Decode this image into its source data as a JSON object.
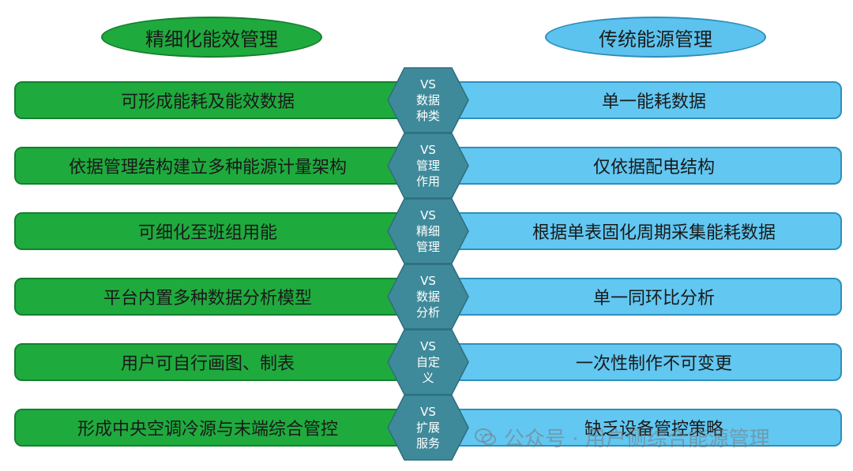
{
  "headers": {
    "left": "精细化能效管理",
    "right": "传统能源管理"
  },
  "rows": [
    {
      "left": "可形成能耗及能效数据",
      "vs": "VS",
      "cat1": "数据",
      "cat2": "种类",
      "right": "单一能耗数据"
    },
    {
      "left": "依据管理结构建立多种能源计量架构",
      "vs": "VS",
      "cat1": "管理",
      "cat2": "作用",
      "right": "仅依据配电结构"
    },
    {
      "left": "可细化至班组用能",
      "vs": "VS",
      "cat1": "精细",
      "cat2": "管理",
      "right": "根据单表固化周期采集能耗数据"
    },
    {
      "left": "平台内置多种数据分析模型",
      "vs": "VS",
      "cat1": "数据",
      "cat2": "分析",
      "right": "单一同环比分析"
    },
    {
      "left": "用户可自行画图、制表",
      "vs": "VS",
      "cat1": "自定",
      "cat2": "义",
      "right": "一次性制作不可变更"
    },
    {
      "left": "形成中央空调冷源与末端综合管控",
      "vs": "VS",
      "cat1": "扩展",
      "cat2": "服务",
      "right": "缺乏设备管控策略"
    }
  ],
  "watermark": "公众号 · 用户侧综合能源管理",
  "colors": {
    "green": "#1faa3e",
    "blue": "#62c7f1",
    "hex": "#3f8a9a"
  }
}
